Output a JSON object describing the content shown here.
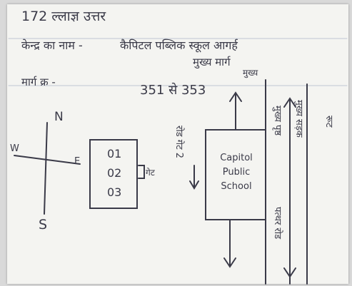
{
  "header": {
    "line1": "172 ल्लाज्ञ उत्तर",
    "line2a": "केन्द्र का नाम -",
    "line2b": "कैपिटल पब्लिक स्कूल आगर्ह",
    "line3": "मुख्य मार्ग",
    "line4": "मार्ग क्र -",
    "line4_numbers": "351 से 353",
    "line4_right": "मुख्य"
  },
  "compass": {
    "north": "N",
    "south": "S",
    "west": "W",
    "east": "E"
  },
  "rooms": {
    "labels": [
      "01",
      "02",
      "03"
    ],
    "side_note": "गेट"
  },
  "school": {
    "name": "Capitol Public School"
  },
  "annotations": {
    "left_vertical": "रोड गेट 2",
    "right_vertical_1": "मुख्य पृष्ठ",
    "right_vertical_2": "मुख्य सड़क",
    "right_vertical_3": "पत्थर रोड",
    "far_right_vertical": "रूट"
  },
  "colors": {
    "ink": "#3a3a48",
    "paper": "#f4f4f1",
    "frame": "#d9d9d9"
  }
}
